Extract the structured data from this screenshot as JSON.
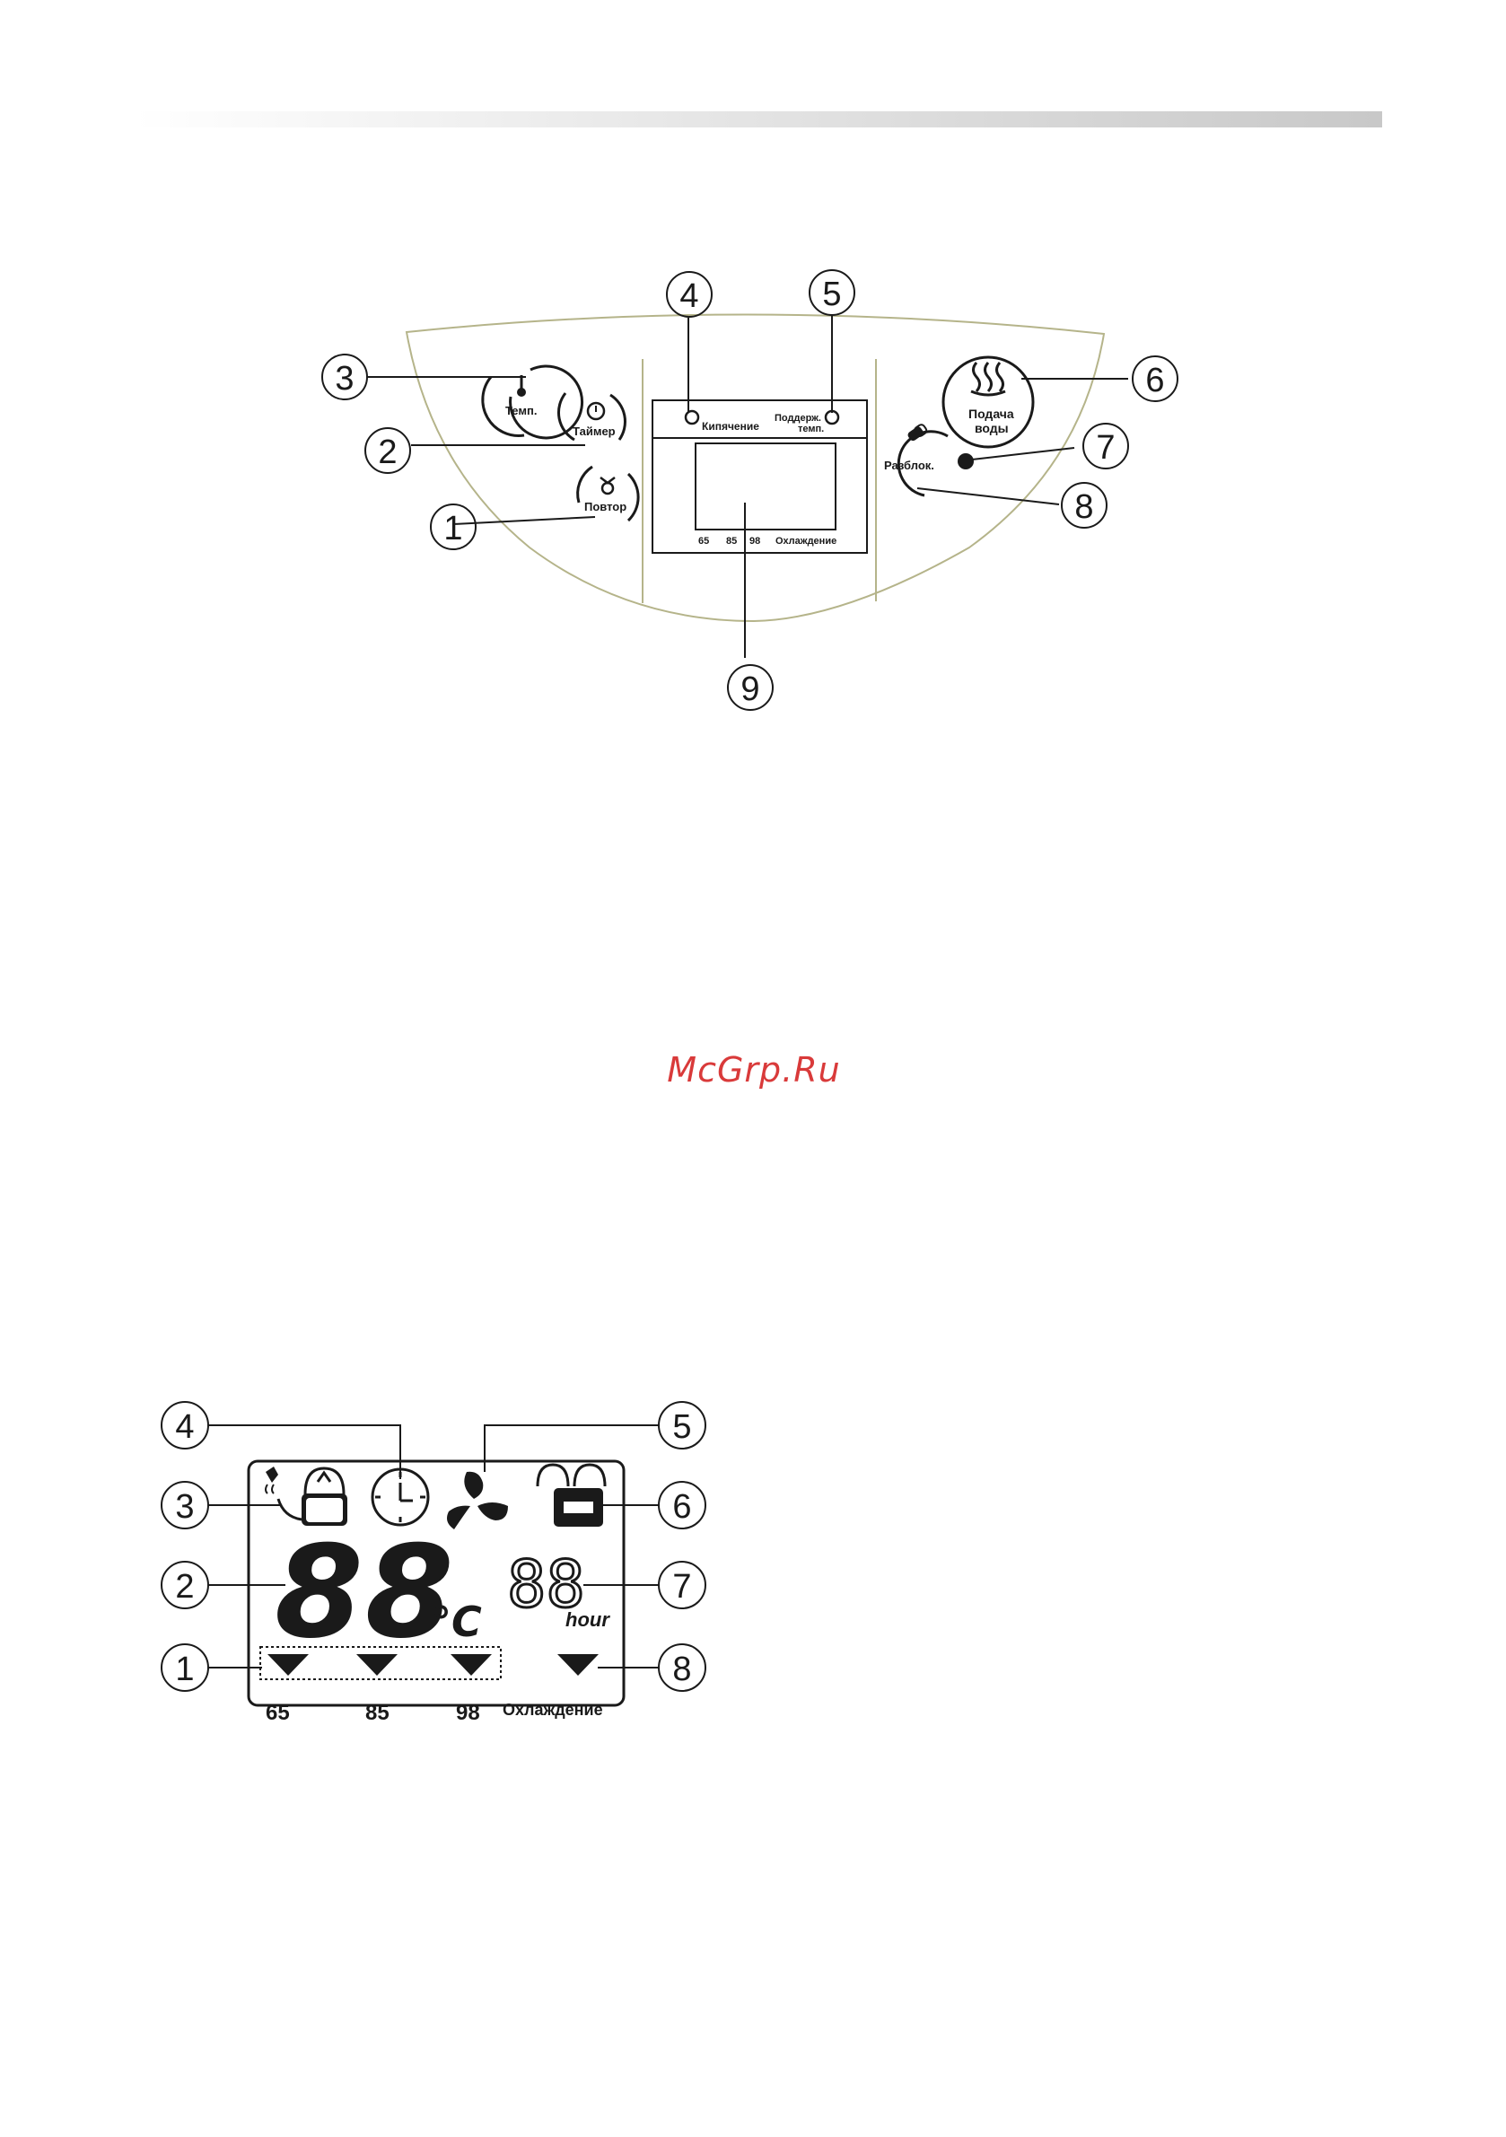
{
  "panel": {
    "temp_label": "Темп.",
    "timer_label": "Таймер",
    "repeat_label": "Повтор",
    "boil_label": "Кипячение",
    "keep_label_1": "Поддерж.",
    "keep_label_2": "темп.",
    "water_label_1": "Подача",
    "water_label_2": "воды",
    "unlock_label": "Разблок.",
    "scale": [
      "65",
      "85",
      "98",
      "Охлаждение"
    ],
    "callouts": [
      "1",
      "2",
      "3",
      "4",
      "5",
      "6",
      "7",
      "8",
      "9"
    ]
  },
  "watermark": "McGrp.Ru",
  "lcd": {
    "temp_digits": "88",
    "temp_unit": "°C",
    "hour_digits": "88",
    "hour_unit": "hour",
    "scale": [
      "65",
      "85",
      "98",
      "Охлаждение"
    ],
    "callouts": [
      "1",
      "2",
      "3",
      "4",
      "5",
      "6",
      "7",
      "8"
    ]
  },
  "colors": {
    "panel_outline": "#b5b48a",
    "watermark": "#d93a3a"
  }
}
